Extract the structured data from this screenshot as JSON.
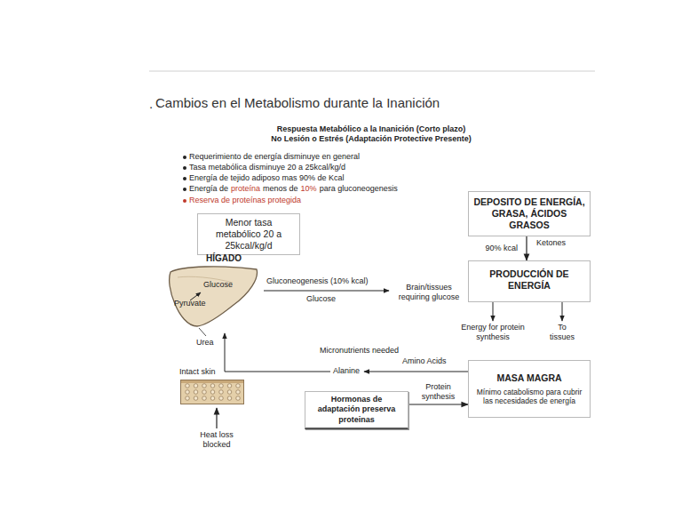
{
  "diagram": {
    "title": "Cambios en el Metabolismo durante la Inanición",
    "nodes": [
      {
        "text": [
          "Menor tasa metabólico 20 a 25kcal/kg/d"
        ]
      },
      {
        "text": [
          "DEPOSITO DE ENERGÍA, GRASA, ÁCIDOS GRASOS"
        ]
      },
      {
        "text": [
          "HÍGADO",
          "Glucose",
          "Pyruvate"
        ]
      },
      {
        "text": [
          "PRODUCCIÓN DE ENERGÍA"
        ]
      },
      {
        "text": [
          "Intact skin"
        ]
      },
      {
        "text": [
          "MASA MAGRA",
          "Mínimo catabolismo para cubrir las necesidades de energía"
        ]
      },
      {
        "text": [
          "Hormonas de adaptación preserva proteinas"
        ]
      }
    ],
    "edges": [
      {
        "from": 1,
        "to": 3,
        "label": "90% kcal",
        "arrow": "to"
      },
      {
        "from": 6,
        "to": 5,
        "label": "Protein synthesis",
        "arrow": "to"
      }
    ],
    "labels": [
      ".",
      "Respuesta Metabólico a la Inanición (Corto plazo)",
      "No Lesión o Estrés (Adaptación Protective Presente)",
      "Requerimiento de energía disminuye en general",
      "Tasa metabólica disminuye 20 a 25kcal/kg/d",
      "Energía de tejido adiposo mas 90% de Kcal",
      "Energía de",
      "proteína",
      "menos de",
      "10%",
      "para gluconeogenesis",
      "Reserva de proteínas protegida",
      "Ketones",
      "Energy for protein synthesis",
      "To tissues",
      "Gluconeogenesis (10% kcal)",
      "Glucose",
      "Brain/tissues requiring glucose",
      "Urea",
      "Micronutrients needed",
      "Amino Acids",
      "Alanine",
      "Heat loss blocked"
    ]
  }
}
